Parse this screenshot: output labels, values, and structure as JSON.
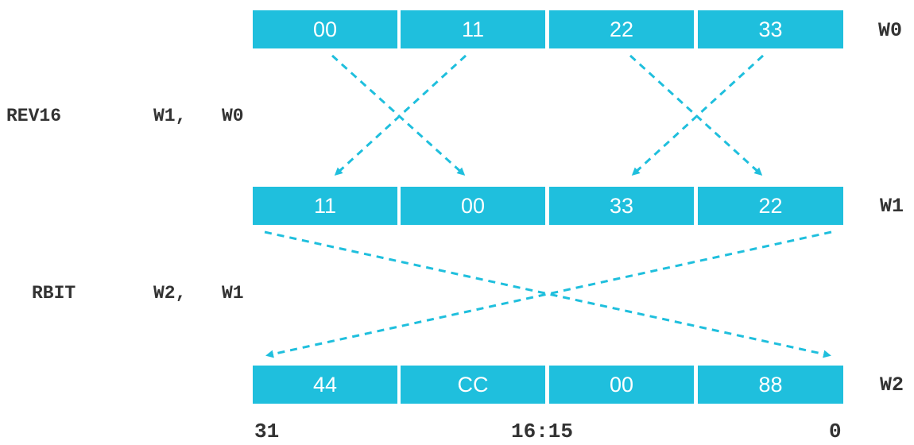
{
  "registers": [
    {
      "name": "W0",
      "bytes": [
        "00",
        "11",
        "22",
        "33"
      ]
    },
    {
      "name": "W1",
      "bytes": [
        "11",
        "00",
        "33",
        "22"
      ]
    },
    {
      "name": "W2",
      "bytes": [
        "44",
        "CC",
        "00",
        "88"
      ]
    }
  ],
  "instructions": [
    {
      "mnemonic": "REV16",
      "dest": "W1,",
      "src": "W0"
    },
    {
      "mnemonic": "RBIT",
      "dest": "W2,",
      "src": "W1"
    }
  ],
  "bit_labels": {
    "high": "31",
    "mid": "16:15",
    "low": "0"
  },
  "colors": {
    "cell": "#1fbfdd",
    "arrow": "#1fbfdd",
    "text": "#333333"
  }
}
